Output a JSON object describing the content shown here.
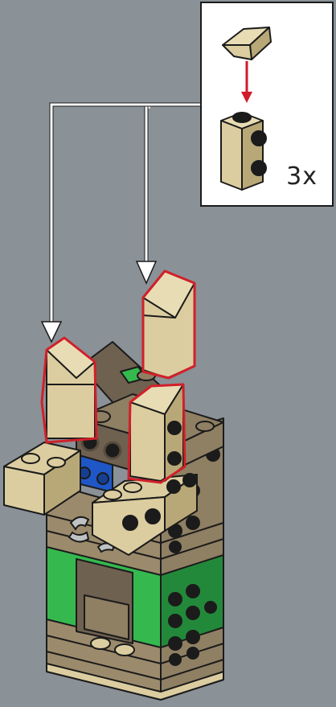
{
  "callout": {
    "multiplier": "3x",
    "parts": [
      {
        "name": "tan-roof-slope-brick",
        "color": "#dccda0"
      },
      {
        "name": "tan-brick-1x1-with-side-studs",
        "color": "#dccda0"
      }
    ],
    "arrow_color": "#d11a2a"
  },
  "colors": {
    "background": "#8a9197",
    "tan": "#dccda0",
    "tan_dark": "#b9a877",
    "dark_tan": "#8f7f63",
    "dark_tan_shadow": "#6f6150",
    "green": "#35b94f",
    "green_dark": "#23893a",
    "blue": "#1f57c6",
    "stud_black": "#1b1b1b",
    "highlight_red": "#d0202a",
    "gray": "#bfc2c2"
  }
}
